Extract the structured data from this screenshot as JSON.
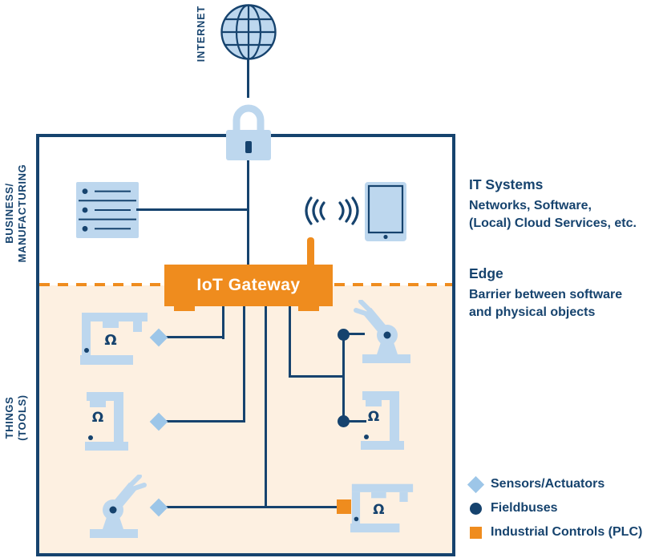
{
  "colors": {
    "navy": "#16436e",
    "light_blue": "#bdd7ee",
    "marker_blue": "#9dc6e8",
    "orange": "#ef8c1e",
    "peach": "#fdf0e1"
  },
  "internet_label": "INTERNET",
  "side_labels": {
    "business_line1": "BUSINESS/",
    "business_line2": "MANUFACTURING",
    "things_line1": "THINGS",
    "things_line2": "(TOOLS)"
  },
  "gateway_label": "IoT Gateway",
  "annotations": {
    "it_title": "IT Systems",
    "it_line1": "Networks, Software,",
    "it_line2": "(Local) Cloud Services, etc.",
    "edge_title": "Edge",
    "edge_line1": "Barrier between software",
    "edge_line2": "and physical objects"
  },
  "legend": {
    "sensors": "Sensors/Actuators",
    "fieldbuses": "Fieldbuses",
    "plc": "Industrial Controls (PLC)"
  }
}
